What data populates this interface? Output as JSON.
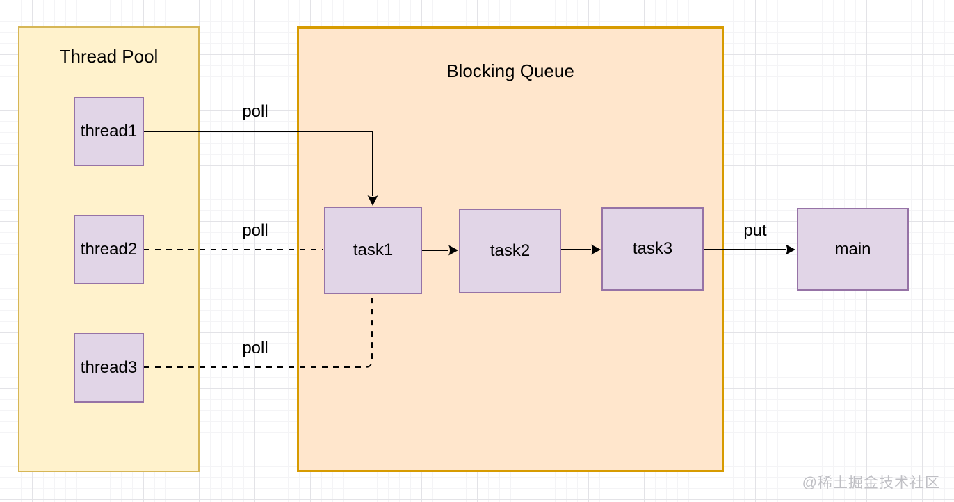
{
  "diagram": {
    "containers": [
      {
        "id": "thread-pool",
        "label": "Thread Pool"
      },
      {
        "id": "blocking-queue",
        "label": "Blocking Queue"
      }
    ],
    "nodes": [
      {
        "id": "thread1",
        "label": "thread1"
      },
      {
        "id": "thread2",
        "label": "thread2"
      },
      {
        "id": "thread3",
        "label": "thread3"
      },
      {
        "id": "task1",
        "label": "task1"
      },
      {
        "id": "task2",
        "label": "task2"
      },
      {
        "id": "task3",
        "label": "task3"
      },
      {
        "id": "main",
        "label": "main"
      }
    ],
    "edges": [
      {
        "from": "thread1",
        "to": "task1",
        "label": "poll",
        "style": "solid",
        "arrow": true
      },
      {
        "from": "thread2",
        "to": "task1",
        "label": "poll",
        "style": "dashed",
        "arrow": false
      },
      {
        "from": "thread3",
        "to": "task1",
        "label": "poll",
        "style": "dashed",
        "arrow": false
      },
      {
        "from": "task1",
        "to": "task2",
        "label": "",
        "style": "solid",
        "arrow": true
      },
      {
        "from": "task2",
        "to": "task3",
        "label": "",
        "style": "solid",
        "arrow": true
      },
      {
        "from": "task3",
        "to": "main",
        "label": "put",
        "style": "solid",
        "arrow": true
      }
    ],
    "colors": {
      "pool-fill": "#FFF2CC",
      "pool-stroke": "#D6B656",
      "queue-fill": "#FFE6CC",
      "queue-stroke": "#D79B00",
      "node-fill": "#E1D5E7",
      "node-stroke": "#9673A6",
      "edge-stroke": "#000000",
      "label-color": "#000000",
      "grid-minor": "#f4f4f6",
      "grid-major": "#e3e3e7",
      "watermark-color": "#bfbfc4"
    }
  },
  "watermark": "@稀土掘金技术社区"
}
